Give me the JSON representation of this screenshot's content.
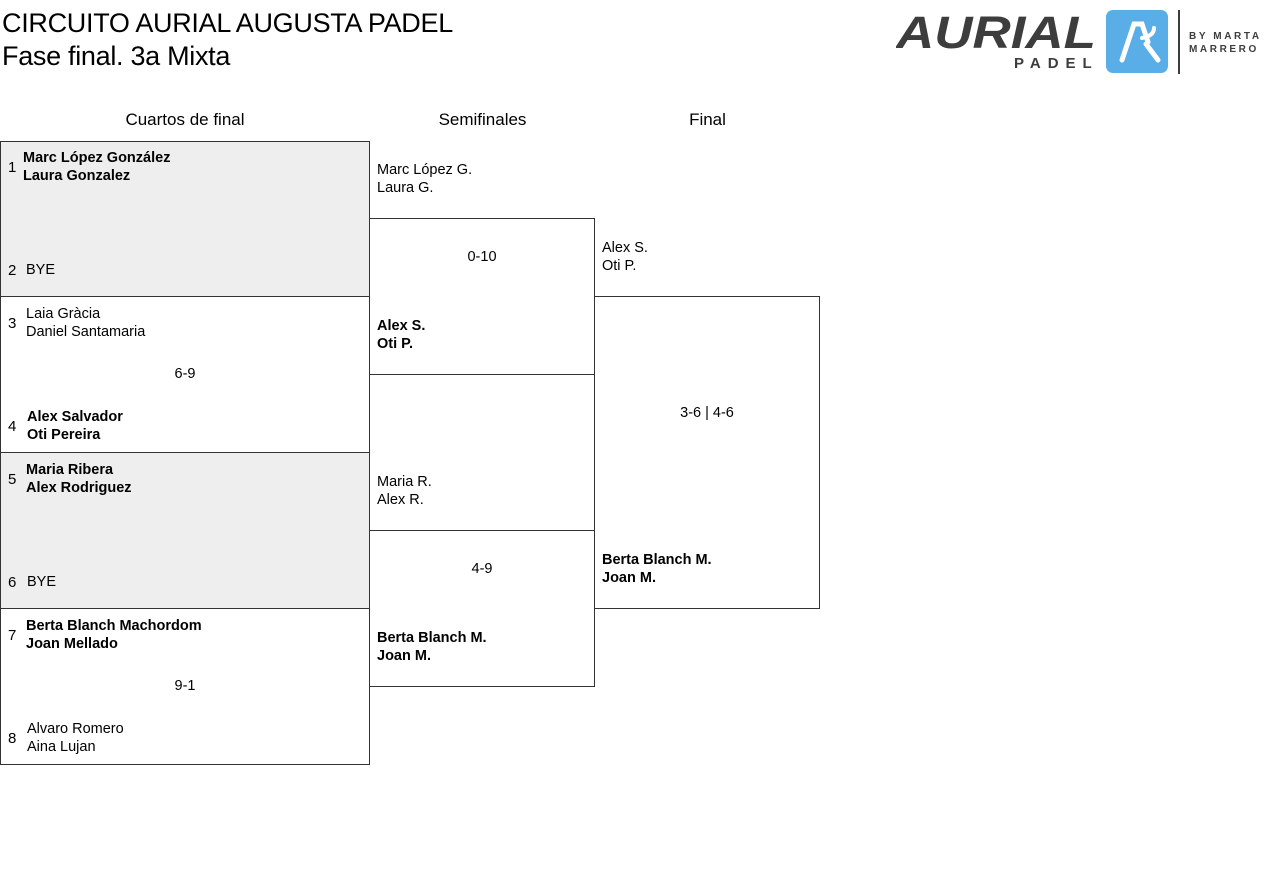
{
  "header": {
    "title": "CIRCUITO AURIAL AUGUSTA PADEL",
    "subtitle": "Fase final. 3a Mixta"
  },
  "logo": {
    "wordmark": "AURIAL",
    "sub": "PADEL",
    "by_line1": "BY  MARTA",
    "by_line2": "MARRERO",
    "accent": "#5aaee8",
    "text_color": "#3d3d3d"
  },
  "rounds": {
    "quarterfinals": "Cuartos de final",
    "semifinals": "Semifinales",
    "final": "Final"
  },
  "quarterfinals": [
    {
      "top_seed": "1",
      "top_p1": "Marc López González",
      "top_p2": "Laura Gonzalez",
      "bottom_seed": "2",
      "bottom_p1": "BYE",
      "bottom_p2": "",
      "score": ""
    },
    {
      "top_seed": "3",
      "top_p1": "Laia Gràcia",
      "top_p2": "Daniel Santamaria",
      "bottom_seed": "4",
      "bottom_p1": "Alex Salvador",
      "bottom_p2": "Oti Pereira",
      "score": "6-9"
    },
    {
      "top_seed": "5",
      "top_p1": "Maria Ribera",
      "top_p2": "Alex Rodriguez",
      "bottom_seed": "6",
      "bottom_p1": "BYE",
      "bottom_p2": "",
      "score": ""
    },
    {
      "top_seed": "7",
      "top_p1": "Berta Blanch Machordom",
      "top_p2": "Joan Mellado",
      "bottom_seed": "8",
      "bottom_p1": "Alvaro Romero",
      "bottom_p2": "Aina Lujan",
      "score": "9-1"
    }
  ],
  "semifinals": [
    {
      "top_p1": "Marc López G.",
      "top_p2": "Laura G.",
      "bottom_p1": "Alex S.",
      "bottom_p2": "Oti P.",
      "score": "0-10"
    },
    {
      "top_p1": "Maria R.",
      "top_p2": "Alex R.",
      "bottom_p1": "Berta Blanch M.",
      "bottom_p2": "Joan M.",
      "score": "4-9"
    }
  ],
  "final": {
    "top_p1": "Alex S.",
    "top_p2": "Oti P.",
    "bottom_p1": "Berta Blanch M.",
    "bottom_p2": "Joan M.",
    "score": "3-6 | 4-6"
  }
}
